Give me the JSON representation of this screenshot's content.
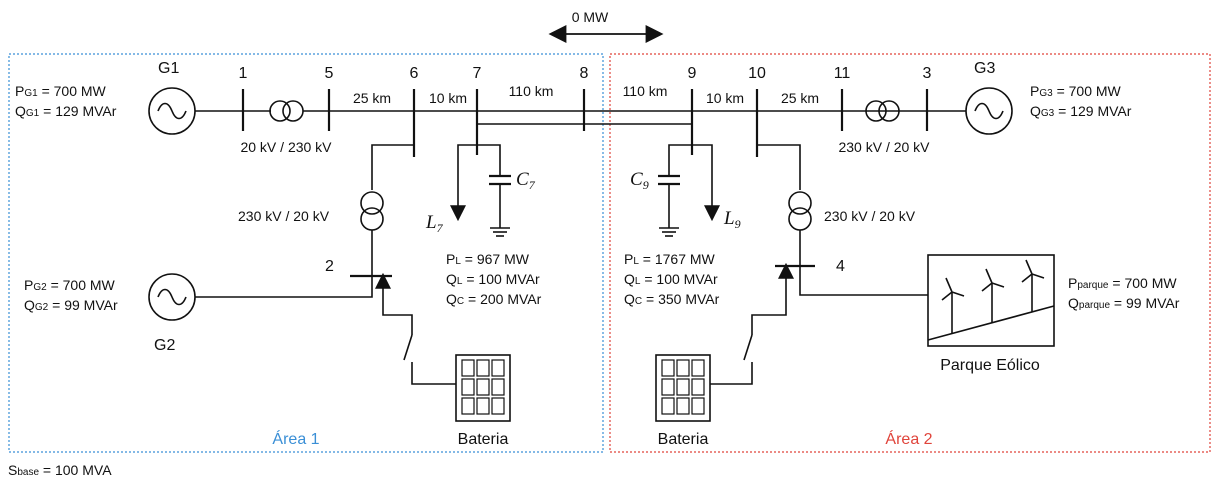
{
  "flow": {
    "label": "0 MW"
  },
  "areas": {
    "area1": {
      "label": "Área 1",
      "color": "#3a8fd6"
    },
    "area2": {
      "label": "Área 2",
      "color": "#e0443b"
    }
  },
  "buses": {
    "b1": "1",
    "b5": "5",
    "b6": "6",
    "b7": "7",
    "b8": "8",
    "b9": "9",
    "b10": "10",
    "b11": "11",
    "b3": "3",
    "b2": "2",
    "b4": "4"
  },
  "generators": {
    "g1": {
      "name": "G1",
      "p_main": "P",
      "p_sub": "G1",
      "p_val": " = 700 MW",
      "q_main": "Q",
      "q_sub": "G1",
      "q_val": " = 129 MVAr"
    },
    "g2": {
      "name": "G2",
      "p_main": "P",
      "p_sub": "G2",
      "p_val": " = 700 MW",
      "q_main": "Q",
      "q_sub": "G2",
      "q_val": " = 99 MVAr"
    },
    "g3": {
      "name": "G3",
      "p_main": "P",
      "p_sub": "G3",
      "p_val": " = 700 MW",
      "q_main": "Q",
      "q_sub": "G3",
      "q_val": " = 129 MVAr"
    }
  },
  "lines": {
    "l56": "25 km",
    "l67": "10 km",
    "l78": "110 km",
    "l89": "110 km",
    "l910": "10 km",
    "l1011": "25 km"
  },
  "transformers": {
    "t1": "20 kV / 230 kV",
    "t2": "230 kV / 20 kV",
    "t3": "230 kV / 20 kV",
    "t4": "230 kV / 20 kV"
  },
  "loads": {
    "l7": {
      "L": "L",
      "L_sub": "7",
      "C": "C",
      "C_sub": "7",
      "pl_main": "P",
      "pl_sub": "L",
      "pl_val": " = 967 MW",
      "ql_main": "Q",
      "ql_sub": "L",
      "ql_val": " = 100 MVAr",
      "qc_main": "Q",
      "qc_sub": "C",
      "qc_val": " = 200 MVAr"
    },
    "l9": {
      "L": "L",
      "L_sub": "9",
      "C": "C",
      "C_sub": "9",
      "pl_main": "P",
      "pl_sub": "L",
      "pl_val": " = 1767 MW",
      "ql_main": "Q",
      "ql_sub": "L",
      "ql_val": " = 100 MVAr",
      "qc_main": "Q",
      "qc_sub": "C",
      "qc_val": " = 350 MVAr"
    }
  },
  "wind": {
    "label": "Parque Eólico",
    "p_main": "P",
    "p_sub": "parque",
    "p_val": " = 700 MW",
    "q_main": "Q",
    "q_sub": "parque",
    "q_val": " = 99 MVAr"
  },
  "batteries": {
    "b1": "Bateria",
    "b2": "Bateria"
  },
  "base": {
    "main": "S",
    "sub": "base",
    "val": " = 100 MVA"
  }
}
